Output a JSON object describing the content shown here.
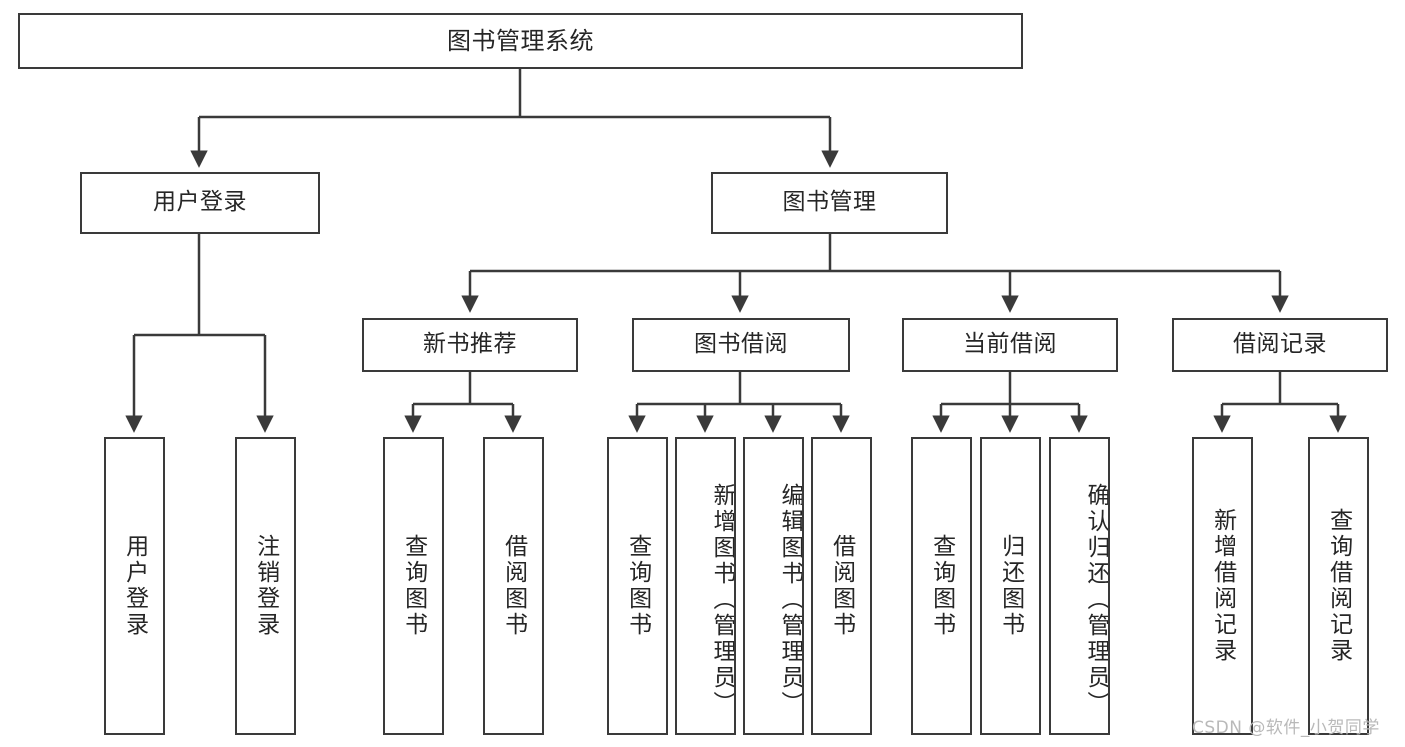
{
  "diagram": {
    "type": "tree-hierarchy-chart",
    "title": "图书管理系统",
    "line_color": "#3a3a3a",
    "box_fill": "#ffffff",
    "text_color": "#262626",
    "watermark": "CSDN @软件_小贺同学"
  },
  "nodes": {
    "root": {
      "label": "图书管理系统"
    },
    "level1": [
      {
        "label": "用户登录"
      },
      {
        "label": "图书管理"
      }
    ],
    "level2": [
      {
        "label": "新书推荐"
      },
      {
        "label": "图书借阅"
      },
      {
        "label": "当前借阅"
      },
      {
        "label": "借阅记录"
      }
    ],
    "leaves": {
      "user_login": [
        {
          "label": "用户登录"
        },
        {
          "label": "注销登录"
        }
      ],
      "new_book_recommend": [
        {
          "label": "查询图书"
        },
        {
          "label": "借阅图书"
        }
      ],
      "book_borrow": [
        {
          "label": "查询图书"
        },
        {
          "label": "新增图书（管理员）"
        },
        {
          "label": "编辑图书（管理员）"
        },
        {
          "label": "借阅图书"
        }
      ],
      "current_borrow": [
        {
          "label": "查询图书"
        },
        {
          "label": "归还图书"
        },
        {
          "label": "确认归还（管理员）"
        }
      ],
      "borrow_record": [
        {
          "label": "新增借阅记录"
        },
        {
          "label": "查询借阅记录"
        }
      ]
    }
  }
}
